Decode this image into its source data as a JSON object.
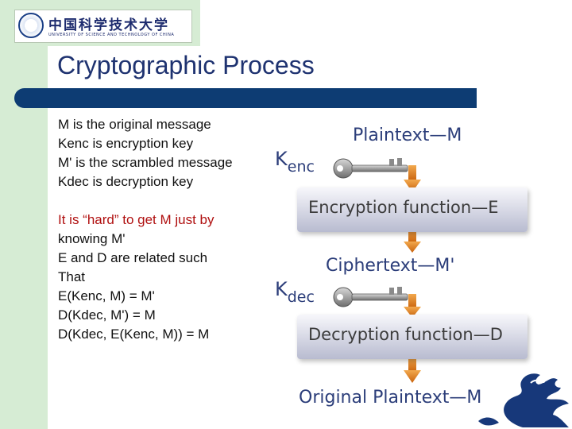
{
  "header": {
    "logo_cn": "中国科学技术大学",
    "logo_en": "University of Science and Technology of China"
  },
  "slide": {
    "title": "Cryptographic Process",
    "definitions": [
      "M is the original message",
      "Kenc is encryption key",
      "M' is the scrambled message",
      "Kdec is decryption key"
    ],
    "notes": [
      "It is “hard” to get M just by",
      "knowing M'",
      "E and D are related such",
      "That",
      "E(Kenc, M) = M'",
      "D(Kdec, M') = M",
      "D(Kdec, E(Kenc, M)) = M"
    ]
  },
  "figure": {
    "plaintext": "Plaintext—M",
    "key_enc_main": "K",
    "key_enc_sub": "enc",
    "encryption_box": "Encryption function—E",
    "ciphertext": "Ciphertext—M'",
    "key_dec_main": "K",
    "key_dec_sub": "dec",
    "decryption_box": "Decryption function—D",
    "original": "Original Plaintext—M",
    "colors": {
      "arrow": "#d9781a",
      "key": "#8a8a8a",
      "text": "#2c3e7a"
    }
  }
}
